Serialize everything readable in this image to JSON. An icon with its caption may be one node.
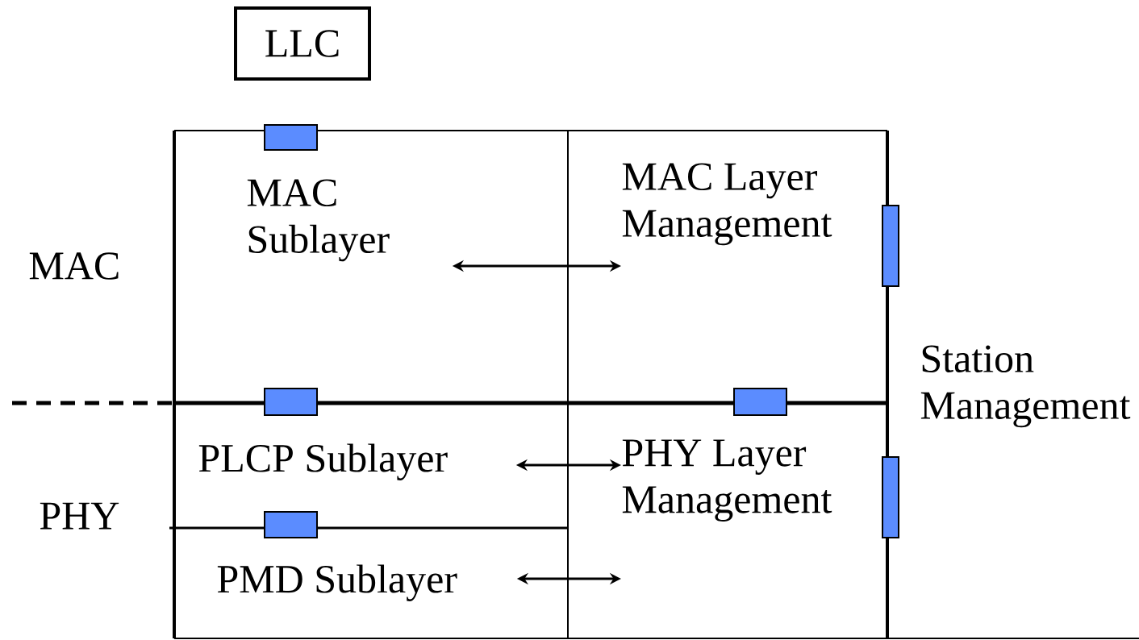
{
  "diagram": {
    "nodes": [
      {
        "text": [
          "LLC"
        ]
      },
      {
        "text": [
          "MAC Sublayer"
        ]
      },
      {
        "text": [
          "MAC Layer Management"
        ]
      },
      {
        "text": [
          "PLCP Sublayer"
        ]
      },
      {
        "text": [
          "PHY Layer Management"
        ]
      },
      {
        "text": [
          "PMD Sublayer"
        ]
      }
    ],
    "edges": [
      {
        "from": 1,
        "to": 2,
        "arrow": "both"
      },
      {
        "from": 3,
        "to": 4,
        "arrow": "both"
      },
      {
        "from": 5,
        "to": 4,
        "arrow": "both"
      }
    ],
    "labels": [
      "MAC",
      "PHY",
      "Station Management"
    ]
  }
}
